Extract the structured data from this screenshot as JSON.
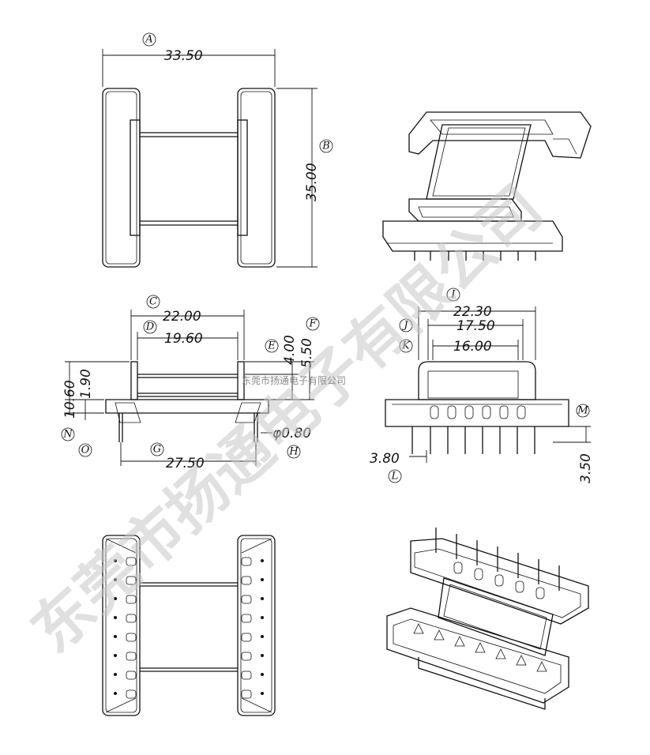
{
  "watermark": {
    "large": "东莞市扬通电子有限公司",
    "small": "东莞市扬通电子有限公司"
  },
  "dimensions": {
    "A": "33.50",
    "B": "35.00",
    "C": "22.00",
    "D": "19.60",
    "E": "4.00",
    "F": "5.50",
    "G": "27.50",
    "H": "φ0.80",
    "I": "22.30",
    "J": "17.50",
    "K": "16.00",
    "L": "3.80",
    "M": "",
    "N": "10.60",
    "O": "1.90",
    "P": "3.50"
  },
  "labels": [
    "A",
    "B",
    "C",
    "D",
    "E",
    "F",
    "G",
    "H",
    "I",
    "J",
    "K",
    "L",
    "M",
    "N",
    "O"
  ]
}
